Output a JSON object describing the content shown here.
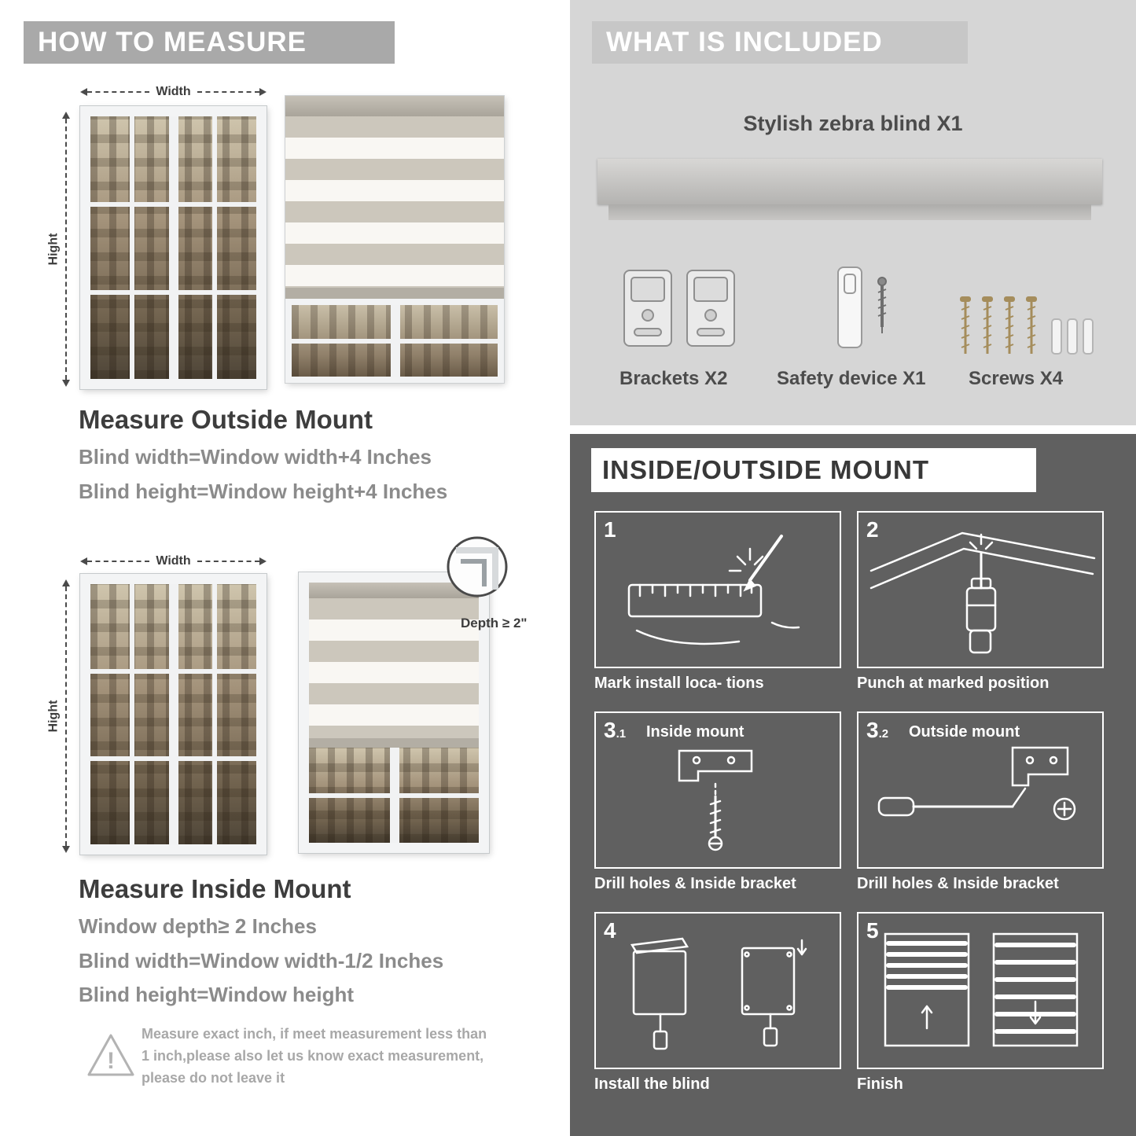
{
  "measure": {
    "header": "HOW TO MEASURE",
    "width_label": "Width",
    "height_label": "Hight",
    "outside": {
      "title": "Measure Outside Mount",
      "lines": [
        "Blind width=Window width+4 Inches",
        "Blind height=Window height+4 Inches"
      ]
    },
    "inside": {
      "depth_callout": "Depth ≥ 2\"",
      "title": "Measure Inside Mount",
      "lines": [
        "Window depth≥ 2 Inches",
        "Blind width=Window width-1/2 Inches",
        "Blind height=Window height"
      ]
    },
    "warning_text": "Measure exact inch, if meet measurement less than 1 inch,please also let us know exact measurement, please do not leave it"
  },
  "included": {
    "header": "WHAT IS INCLUDED",
    "product_label": "Stylish zebra blind X1",
    "items": [
      {
        "icon": "brackets-icon",
        "label": "Brackets X2"
      },
      {
        "icon": "safety-device-icon",
        "label": "Safety device X1"
      },
      {
        "icon": "screws-icon",
        "label": "Screws X4"
      }
    ]
  },
  "mount": {
    "header": "INSIDE/OUTSIDE MOUNT",
    "steps": [
      {
        "num": "1",
        "caption": "Mark install loca- tions"
      },
      {
        "num": "2",
        "caption": "Punch at  marked position"
      },
      {
        "num": "3",
        "sub": ".1",
        "title": "Inside mount",
        "caption": "Drill holes &  Inside bracket"
      },
      {
        "num": "3",
        "sub": ".2",
        "title": "Outside mount",
        "caption": "Drill holes &  Inside bracket"
      },
      {
        "num": "4",
        "caption": "Install the blind"
      },
      {
        "num": "5",
        "caption": "Finish"
      }
    ]
  },
  "colors": {
    "left_header_bar": "#a9a9a9",
    "right_header_bar": "#c7c7c7",
    "included_bg": "#d6d6d6",
    "mount_bg": "#606060",
    "body_text_gray": "#8b8b8b",
    "dark_text": "#3d3d3d"
  }
}
